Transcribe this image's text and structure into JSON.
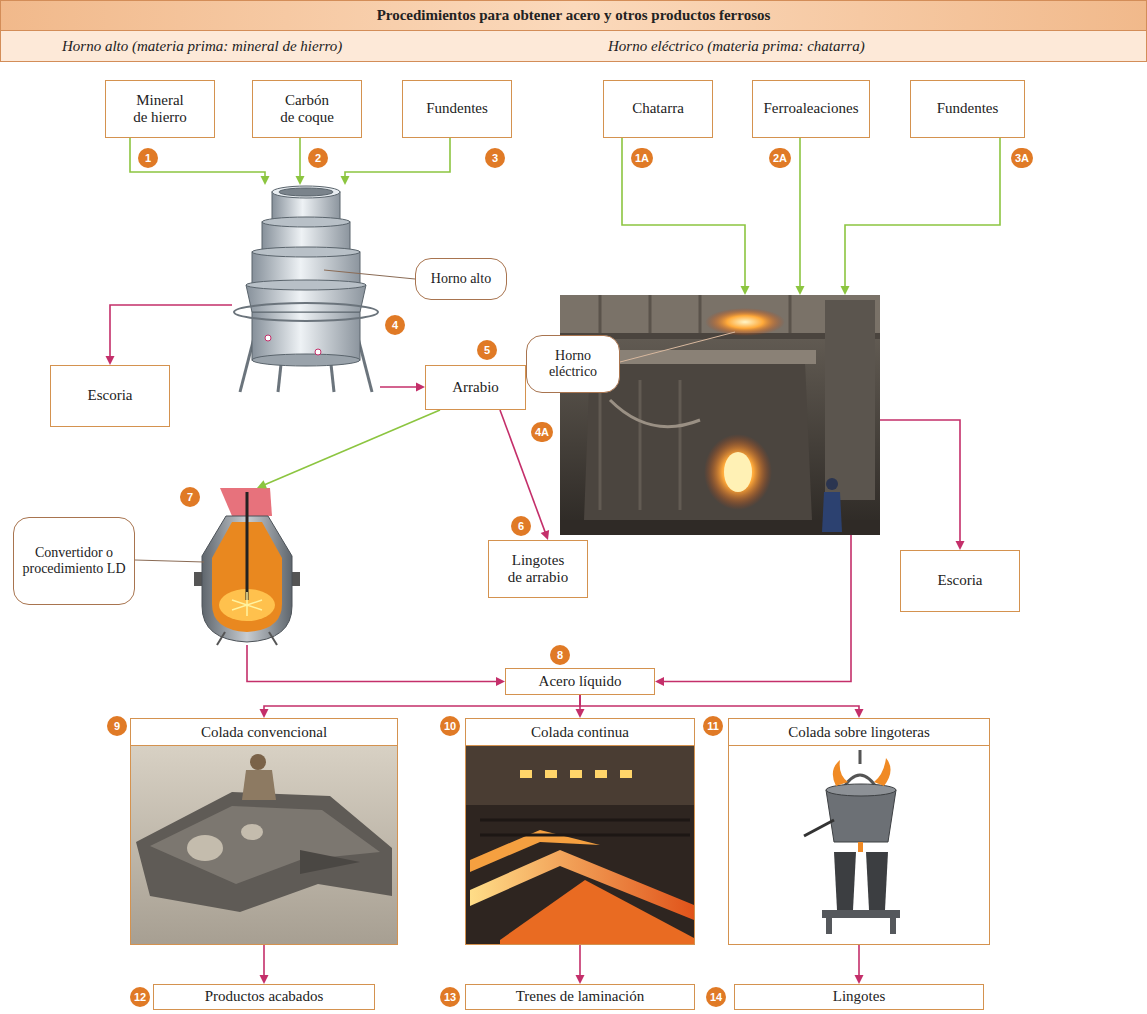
{
  "diagram": {
    "title": "Procedimientos para obtener acero y otros productos ferrosos",
    "nodes": [
      {
        "text": [
          "Mineral de hierro"
        ]
      },
      {
        "text": [
          "Carbón de coque"
        ]
      },
      {
        "text": [
          "Fundentes"
        ]
      },
      {
        "text": [
          "Chatarra"
        ]
      },
      {
        "text": [
          "Ferroaleaciones"
        ]
      },
      {
        "text": [
          "Fundentes"
        ]
      },
      {
        "text": [
          "Horno alto"
        ]
      },
      {
        "text": [
          "Escoria"
        ]
      },
      {
        "text": [
          "Arrabio"
        ]
      },
      {
        "text": [
          "Horno eléctrico"
        ]
      },
      {
        "text": [
          "Lingotes de arrabio"
        ]
      },
      {
        "text": [
          "Convertidor o procedimiento LD"
        ]
      },
      {
        "text": [
          "Escoria"
        ]
      },
      {
        "text": [
          "Acero líquido"
        ]
      },
      {
        "text": [
          "Colada convencional"
        ]
      },
      {
        "text": [
          "Colada continua"
        ]
      },
      {
        "text": [
          "Colada sobre lingoteras"
        ]
      },
      {
        "text": [
          "Productos acabados"
        ]
      },
      {
        "text": [
          "Trenes de laminación"
        ]
      },
      {
        "text": [
          "Lingotes"
        ]
      }
    ],
    "edges": [
      {
        "from": 0,
        "to": 6,
        "arrow": "to"
      },
      {
        "from": 1,
        "to": 6,
        "arrow": "to"
      },
      {
        "from": 2,
        "to": 6,
        "arrow": "to"
      },
      {
        "from": 6,
        "to": 7,
        "arrow": "to"
      },
      {
        "from": 6,
        "to": 8,
        "arrow": "to"
      },
      {
        "from": 3,
        "to": 9,
        "arrow": "to"
      },
      {
        "from": 4,
        "to": 9,
        "arrow": "to"
      },
      {
        "from": 5,
        "to": 9,
        "arrow": "to"
      },
      {
        "from": 8,
        "to": 11,
        "arrow": "to"
      },
      {
        "from": 8,
        "to": 10,
        "arrow": "to"
      },
      {
        "from": 9,
        "to": 12,
        "arrow": "to"
      },
      {
        "from": 11,
        "to": 13,
        "arrow": "to"
      },
      {
        "from": 9,
        "to": 13,
        "arrow": "to"
      },
      {
        "from": 13,
        "to": 14,
        "arrow": "to"
      },
      {
        "from": 13,
        "to": 15,
        "arrow": "to"
      },
      {
        "from": 13,
        "to": 16,
        "arrow": "to"
      },
      {
        "from": 14,
        "to": 17,
        "arrow": "to"
      },
      {
        "from": 15,
        "to": 18,
        "arrow": "to"
      },
      {
        "from": 16,
        "to": 19,
        "arrow": "to"
      }
    ],
    "labels": [
      "Horno alto (materia prima: mineral de hierro)",
      "Horno eléctrico (materia prima: chatarra)",
      "1",
      "2",
      "3",
      "1A",
      "2A",
      "3A",
      "4",
      "5",
      "4A",
      "6",
      "7",
      "8",
      "9",
      "10",
      "11",
      "12",
      "13",
      "14"
    ]
  }
}
